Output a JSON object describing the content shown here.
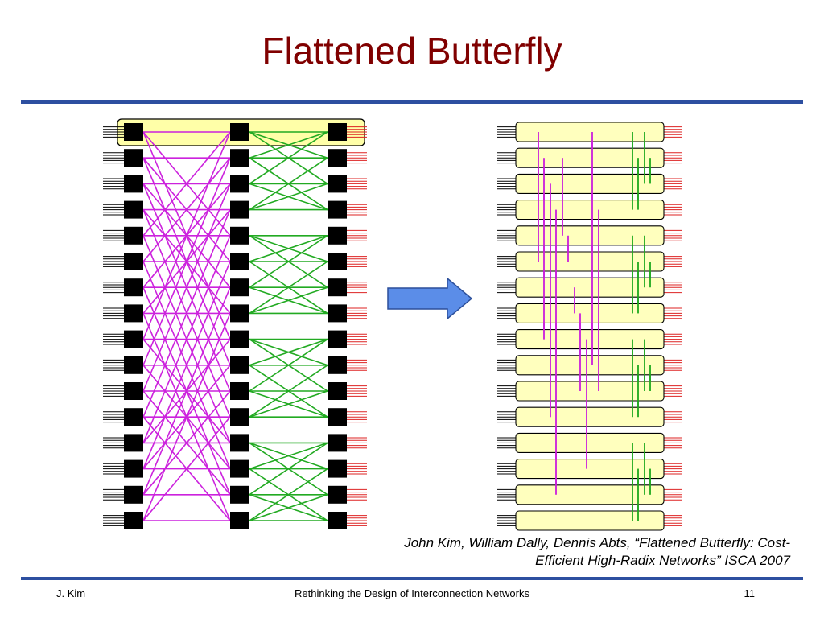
{
  "slide": {
    "title": "Flattened Butterfly",
    "citation_line1": "John Kim, William Dally, Dennis Abts, “Flattened Butterfly: Cost-",
    "citation_line2": "Efficient High-Radix Networks” ISCA 2007",
    "footer_author": "J. Kim",
    "footer_title": "Rethinking the Design of Interconnection Networks",
    "page_number": "11"
  },
  "diagram": {
    "routers_per_stage": 16,
    "stages": 3,
    "flattened_rows": 16,
    "arrow_icon": "right-arrow-icon",
    "colors": {
      "router": "#000000",
      "stage1_links": "#cc22dd",
      "stage2_links": "#22aa22",
      "highlight_fill": "#ffffa8",
      "terminals_in": "#000000",
      "terminals_out": "#dd2222",
      "arrow_fill": "#5b8de8",
      "arrow_stroke": "#2c4f9a"
    }
  }
}
